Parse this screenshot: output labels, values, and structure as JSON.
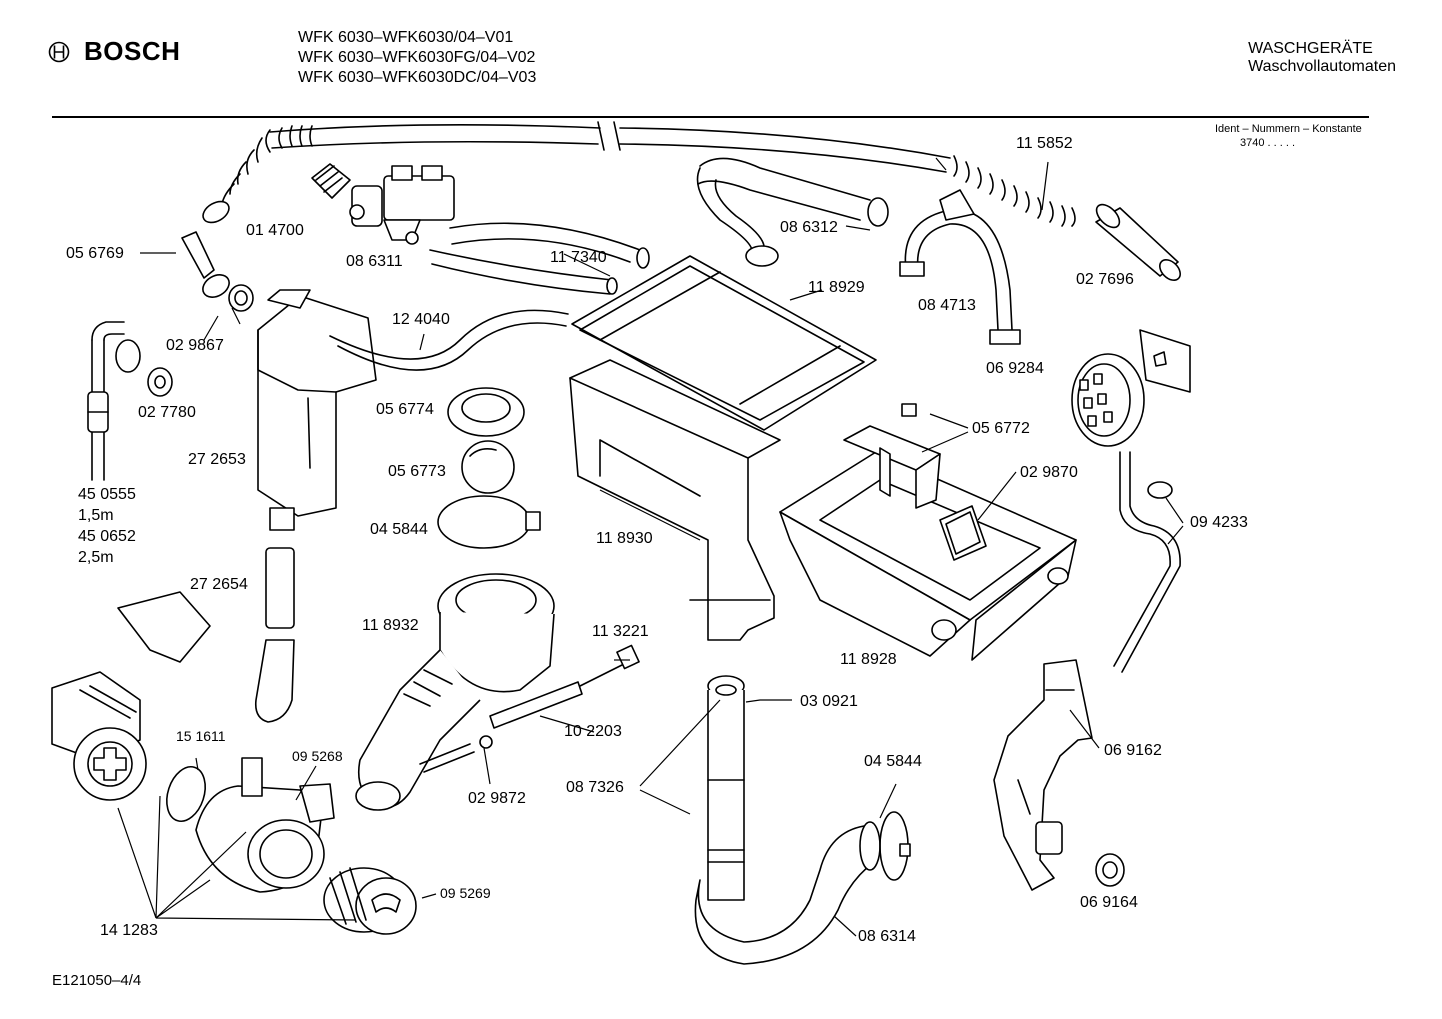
{
  "header": {
    "brand": "BOSCH",
    "models": [
      "WFK 6030–WFK6030/04–V01",
      "WFK 6030–WFK6030FG/04–V02",
      "WFK 6030–WFK6030DC/04–V03"
    ],
    "category_line1": "WASCHGERÄTE",
    "category_line2": "Waschvollautomaten",
    "ident_label": "Ident – Nummern – Konstante",
    "ident_value": "3740  .   .   .   .   ."
  },
  "footer": {
    "code": "E121050–4/4"
  },
  "parts": [
    {
      "id": "p014700",
      "text": "01 4700"
    },
    {
      "id": "p056769",
      "text": "05 6769"
    },
    {
      "id": "p086311",
      "text": "08 6311"
    },
    {
      "id": "p117340",
      "text": "11 7340"
    },
    {
      "id": "p086312",
      "text": "08 6312"
    },
    {
      "id": "p115852",
      "text": "11 5852"
    },
    {
      "id": "p118929",
      "text": "11 8929"
    },
    {
      "id": "p084713",
      "text": "08 4713"
    },
    {
      "id": "p027696",
      "text": "02 7696"
    },
    {
      "id": "p029867",
      "text": "02 9867"
    },
    {
      "id": "p124040",
      "text": "12 4040"
    },
    {
      "id": "p027780",
      "text": "02 7780"
    },
    {
      "id": "p069284",
      "text": "06 9284"
    },
    {
      "id": "p056774",
      "text": "05 6774"
    },
    {
      "id": "p056772",
      "text": "05 6772"
    },
    {
      "id": "p272653",
      "text": "27 2653"
    },
    {
      "id": "p056773",
      "text": "05 6773"
    },
    {
      "id": "p029870",
      "text": "02 9870"
    },
    {
      "id": "p450555",
      "text": "45 0555"
    },
    {
      "id": "p15m",
      "text": "1,5m"
    },
    {
      "id": "p450652",
      "text": "45 0652"
    },
    {
      "id": "p25m",
      "text": "2,5m"
    },
    {
      "id": "p045844a",
      "text": "04 5844"
    },
    {
      "id": "p094233",
      "text": "09 4233"
    },
    {
      "id": "p118930",
      "text": "11 8930"
    },
    {
      "id": "p272654",
      "text": "27 2654"
    },
    {
      "id": "p118932",
      "text": "11 8932"
    },
    {
      "id": "p113221",
      "text": "11 3221"
    },
    {
      "id": "p118928",
      "text": "11 8928"
    },
    {
      "id": "p030921",
      "text": "03 0921"
    },
    {
      "id": "p151611",
      "text": "15 1611"
    },
    {
      "id": "p095268",
      "text": "09 5268"
    },
    {
      "id": "p102203",
      "text": "10 2203"
    },
    {
      "id": "p069162",
      "text": "06 9162"
    },
    {
      "id": "p045844b",
      "text": "04 5844"
    },
    {
      "id": "p087326",
      "text": "08 7326"
    },
    {
      "id": "p029872",
      "text": "02 9872"
    },
    {
      "id": "p095269",
      "text": "09 5269"
    },
    {
      "id": "p069164",
      "text": "06 9164"
    },
    {
      "id": "p141283",
      "text": "14 1283"
    },
    {
      "id": "p086314",
      "text": "08 6314"
    }
  ]
}
